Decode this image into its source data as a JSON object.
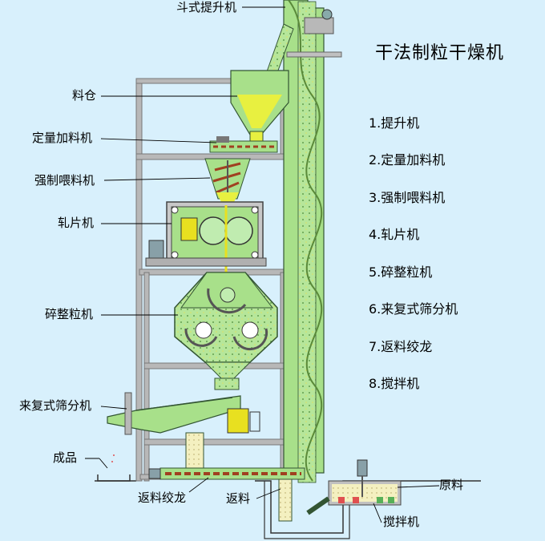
{
  "title": "干法制粒干燥机",
  "legend": [
    "1.提升机",
    "2.定量加料机",
    "3.强制喂料机",
    "4.轧片机",
    "5.碎整粒机",
    "6.来复式筛分机",
    "7.返料绞龙",
    "8.搅拌机"
  ],
  "callouts": {
    "bucket_elevator": "斗式提升机",
    "silo": "料仓",
    "dosing_feeder": "定量加料机",
    "force_feeder": "强制喂料机",
    "roller_press": "轧片机",
    "crusher": "碎整粒机",
    "sieve": "来复式筛分机",
    "product": "成品",
    "return_auger": "返料绞龙",
    "return_material": "返料",
    "raw_material": "原料",
    "mixer": "搅拌机"
  },
  "colors": {
    "background": "#d8f0fc",
    "machine_green": "#a8e08a",
    "material_yellow": "#e8f040",
    "frame_gray": "#b0b0b0",
    "label_line": "#000000"
  }
}
